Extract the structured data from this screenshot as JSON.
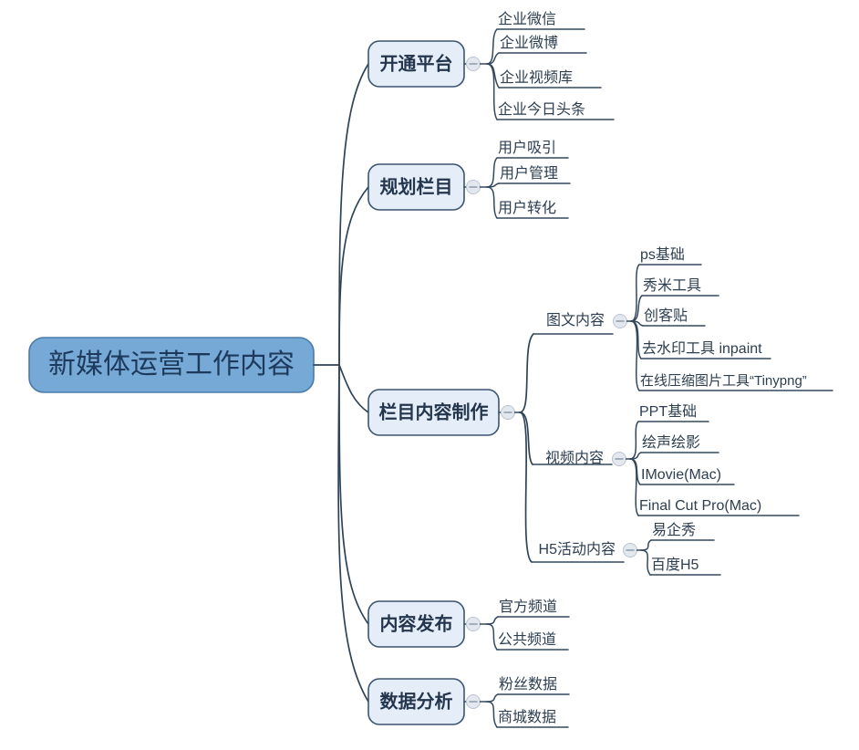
{
  "diagram": {
    "type": "mind-map",
    "title": "新媒体运营工作内容",
    "background_color": "#ffffff",
    "root_fill": "#77a9d6",
    "root_text_color": "#1d3a5c",
    "branch_fill": "#e4edf8",
    "branch_border": "#3b5570",
    "line_color": "#33485c",
    "toggle_icon": "collapse-minus-icon"
  },
  "root": {
    "label": "新媒体运营工作内容"
  },
  "branches": [
    {
      "id": "open-platform",
      "label": "开通平台",
      "toggle": "−",
      "leaves": [
        {
          "label": "企业微信"
        },
        {
          "label": "企业微博"
        },
        {
          "label": "企业视频库"
        },
        {
          "label": "企业今日头条"
        }
      ]
    },
    {
      "id": "plan-columns",
      "label": "规划栏目",
      "toggle": "−",
      "leaves": [
        {
          "label": "用户吸引"
        },
        {
          "label": "用户管理"
        },
        {
          "label": "用户转化"
        }
      ]
    },
    {
      "id": "column-content-production",
      "label": "栏目内容制作",
      "toggle": "−",
      "subgroups": [
        {
          "id": "graphic-text-content",
          "label": "图文内容",
          "toggle": "−",
          "leaves": [
            {
              "label": "ps基础"
            },
            {
              "label": "秀米工具"
            },
            {
              "label": "创客贴"
            },
            {
              "label": "去水印工具 inpaint"
            },
            {
              "label": "在线压缩图片工具“Tinypng”"
            }
          ]
        },
        {
          "id": "video-content",
          "label": "视频内容",
          "toggle": "−",
          "leaves": [
            {
              "label": "PPT基础"
            },
            {
              "label": "绘声绘影"
            },
            {
              "label": "IMovie(Mac)"
            },
            {
              "label": "Final Cut Pro(Mac)"
            }
          ]
        },
        {
          "id": "h5-activity-content",
          "label": "H5活动内容",
          "toggle": "−",
          "leaves": [
            {
              "label": "易企秀"
            },
            {
              "label": "百度H5"
            }
          ]
        }
      ]
    },
    {
      "id": "content-publishing",
      "label": "内容发布",
      "toggle": "−",
      "leaves": [
        {
          "label": "官方频道"
        },
        {
          "label": "公共频道"
        }
      ]
    },
    {
      "id": "data-analysis",
      "label": "数据分析",
      "toggle": "−",
      "leaves": [
        {
          "label": "粉丝数据"
        },
        {
          "label": "商城数据"
        }
      ]
    }
  ]
}
